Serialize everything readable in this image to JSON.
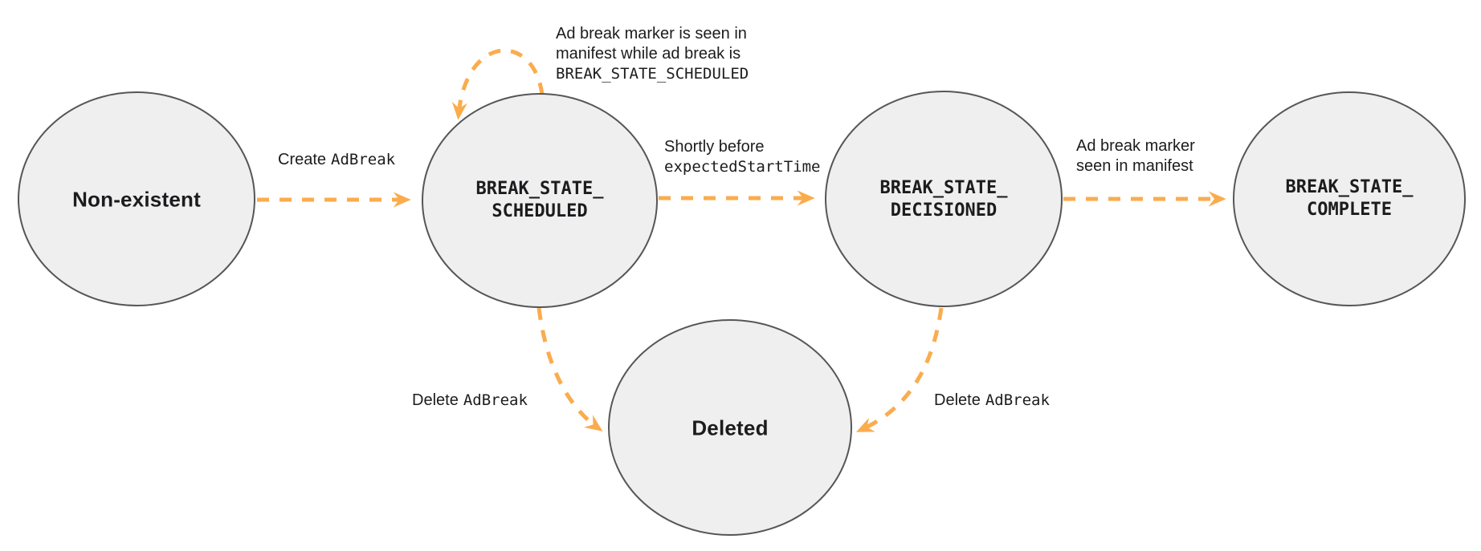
{
  "colors": {
    "arrow": "#FAAC4D",
    "node_fill": "#EFEFEF",
    "node_border": "#565656",
    "text": "#1C1C1E"
  },
  "nodes": {
    "non_existent": {
      "label": "Non-existent"
    },
    "scheduled": {
      "line1": "BREAK_STATE_",
      "line2": "SCHEDULED"
    },
    "decisioned": {
      "line1": "BREAK_STATE_",
      "line2": "DECISIONED"
    },
    "complete": {
      "line1": "BREAK_STATE_",
      "line2": "COMPLETE"
    },
    "deleted": {
      "label": "Deleted"
    }
  },
  "edges": {
    "create": {
      "text_sans": "Create",
      "text_mono": "AdBreak"
    },
    "self_loop": {
      "line1": "Ad break marker is seen in",
      "line2": "manifest while ad break is",
      "line3": "BREAK_STATE_SCHEDULED"
    },
    "to_decisioned": {
      "line1": "Shortly before",
      "line2": "expectedStartTime"
    },
    "to_complete": {
      "line1": "Ad break marker",
      "line2": "seen in manifest"
    },
    "delete_from_scheduled": {
      "text_sans": "Delete",
      "text_mono": "AdBreak"
    },
    "delete_from_decisioned": {
      "text_sans": "Delete",
      "text_mono": "AdBreak"
    }
  }
}
